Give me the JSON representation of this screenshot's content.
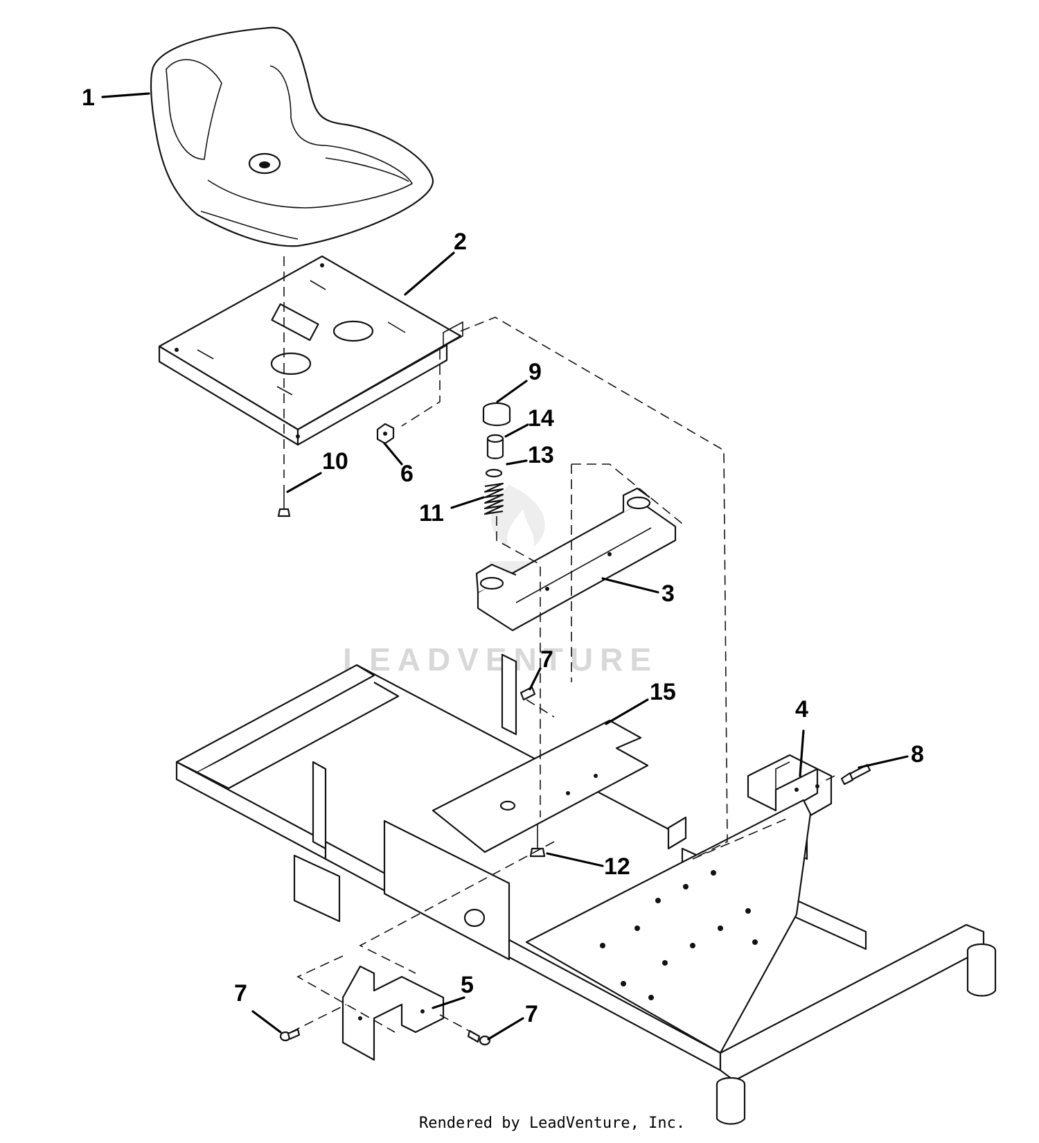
{
  "callouts": [
    {
      "id": "1",
      "label": "1"
    },
    {
      "id": "2",
      "label": "2"
    },
    {
      "id": "3",
      "label": "3"
    },
    {
      "id": "4",
      "label": "4"
    },
    {
      "id": "5",
      "label": "5"
    },
    {
      "id": "6",
      "label": "6"
    },
    {
      "id": "7a",
      "label": "7"
    },
    {
      "id": "7b",
      "label": "7"
    },
    {
      "id": "7c",
      "label": "7"
    },
    {
      "id": "8",
      "label": "8"
    },
    {
      "id": "9",
      "label": "9"
    },
    {
      "id": "10",
      "label": "10"
    },
    {
      "id": "11",
      "label": "11"
    },
    {
      "id": "12",
      "label": "12"
    },
    {
      "id": "13",
      "label": "13"
    },
    {
      "id": "14",
      "label": "14"
    },
    {
      "id": "15",
      "label": "15"
    }
  ],
  "watermark": "LEADVENTURE",
  "footer": "Rendered by LeadVenture, Inc."
}
